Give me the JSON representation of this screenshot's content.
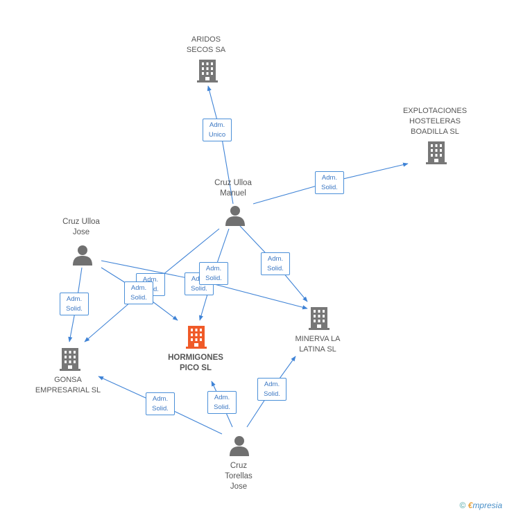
{
  "colors": {
    "edge": "#3f83d6",
    "building": "#777777",
    "building_main": "#f05a28",
    "person": "#707070",
    "label": "#555555"
  },
  "nodes": {
    "aridos": {
      "label": "ARIDOS\nSECOS SA",
      "type": "company"
    },
    "explotaciones": {
      "label": "EXPLOTACIONES\nHOSTELERAS\nBOADILLA SL",
      "type": "company"
    },
    "manuel": {
      "label": "Cruz Ulloa\nManuel",
      "type": "person"
    },
    "jose": {
      "label": "Cruz Ulloa\nJose",
      "type": "person"
    },
    "hormigones": {
      "label": "HORMIGONES\nPICO SL",
      "type": "company",
      "main": true
    },
    "minerva": {
      "label": "MINERVA LA\nLATINA SL",
      "type": "company"
    },
    "gonsa": {
      "label": "GONSA\nEMPRESARIAL SL",
      "type": "company"
    },
    "torellas": {
      "label": "Cruz\nTorellas\nJose",
      "type": "person"
    }
  },
  "relations": [
    {
      "id": "manuel-aridos",
      "label": "Adm.\nUnico"
    },
    {
      "id": "manuel-explotaciones",
      "label": "Adm.\nSolid."
    },
    {
      "id": "manuel-minerva",
      "label": "Adm.\nSolid."
    },
    {
      "id": "manuel-hormigones",
      "label": "Adm.\nSolid."
    },
    {
      "id": "manuel-gonsa",
      "label": "Adm.\nSolid."
    },
    {
      "id": "jose-minerva",
      "label": "Adm.\nSolid."
    },
    {
      "id": "jose-gonsa",
      "label": "Adm.\nSolid."
    },
    {
      "id": "jose-hormigones",
      "label": "Adm.\nSolid."
    },
    {
      "id": "torellas-gonsa",
      "label": "Adm.\nSolid."
    },
    {
      "id": "torellas-hormigones",
      "label": "Adm.\nSolid."
    },
    {
      "id": "torellas-minerva",
      "label": "Adm.\nSolid."
    }
  ],
  "footer": {
    "copyright": "©",
    "brand_first": "€",
    "brand_rest": "mpresia"
  }
}
